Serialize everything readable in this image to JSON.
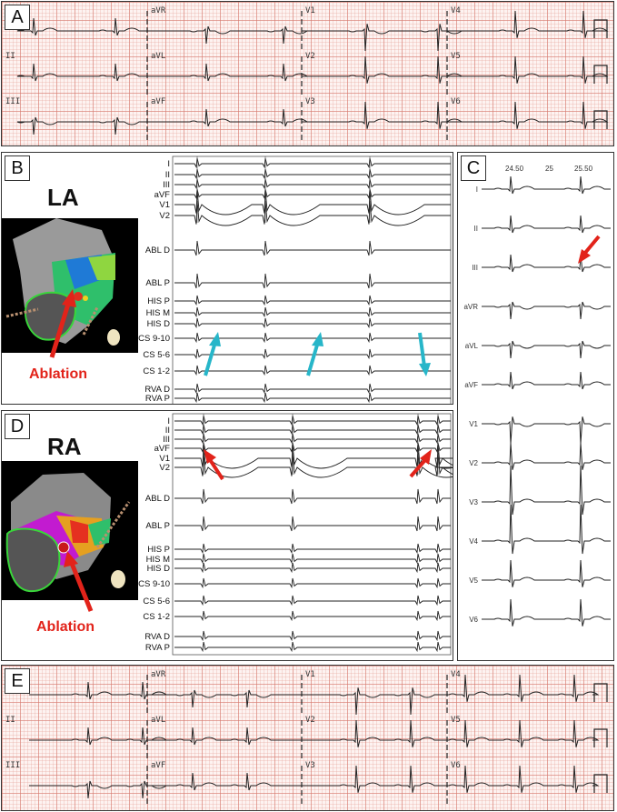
{
  "panels": {
    "a": {
      "label": "A",
      "leads": [
        "I",
        "aVR",
        "V1",
        "V4",
        "II",
        "aVL",
        "V2",
        "V5",
        "III",
        "aVF",
        "V3",
        "V6"
      ]
    },
    "b": {
      "label": "B",
      "chamber": "LA",
      "ablation_label": "Ablation",
      "channels": [
        "I",
        "II",
        "III",
        "aVF",
        "V1",
        "V2",
        "ABL D",
        "ABL P",
        "HIS P",
        "HIS M",
        "HIS D",
        "CS 9-10",
        "CS 5-6",
        "CS 1-2",
        "RVA D",
        "RVA P"
      ]
    },
    "c": {
      "label": "C",
      "times": [
        "24.50",
        "25",
        "25.50"
      ],
      "leads": [
        "I",
        "II",
        "III",
        "aVR",
        "aVL",
        "aVF",
        "V1",
        "V2",
        "V3",
        "V4",
        "V5",
        "V6"
      ]
    },
    "d": {
      "label": "D",
      "chamber": "RA",
      "ablation_label": "Ablation",
      "channels": [
        "I",
        "II",
        "III",
        "aVF",
        "V1",
        "V2",
        "ABL D",
        "ABL P",
        "HIS P",
        "HIS M",
        "HIS D",
        "CS 9-10",
        "CS 5-6",
        "CS 1-2",
        "RVA D",
        "RVA P"
      ]
    },
    "e": {
      "label": "E",
      "leads": [
        "I",
        "aVR",
        "V1",
        "V4",
        "II",
        "aVL",
        "V2",
        "V5",
        "III",
        "aVF",
        "V3",
        "V6"
      ]
    }
  },
  "colors": {
    "arrow_red": "#e2231a",
    "arrow_cyan": "#27b6c9"
  }
}
